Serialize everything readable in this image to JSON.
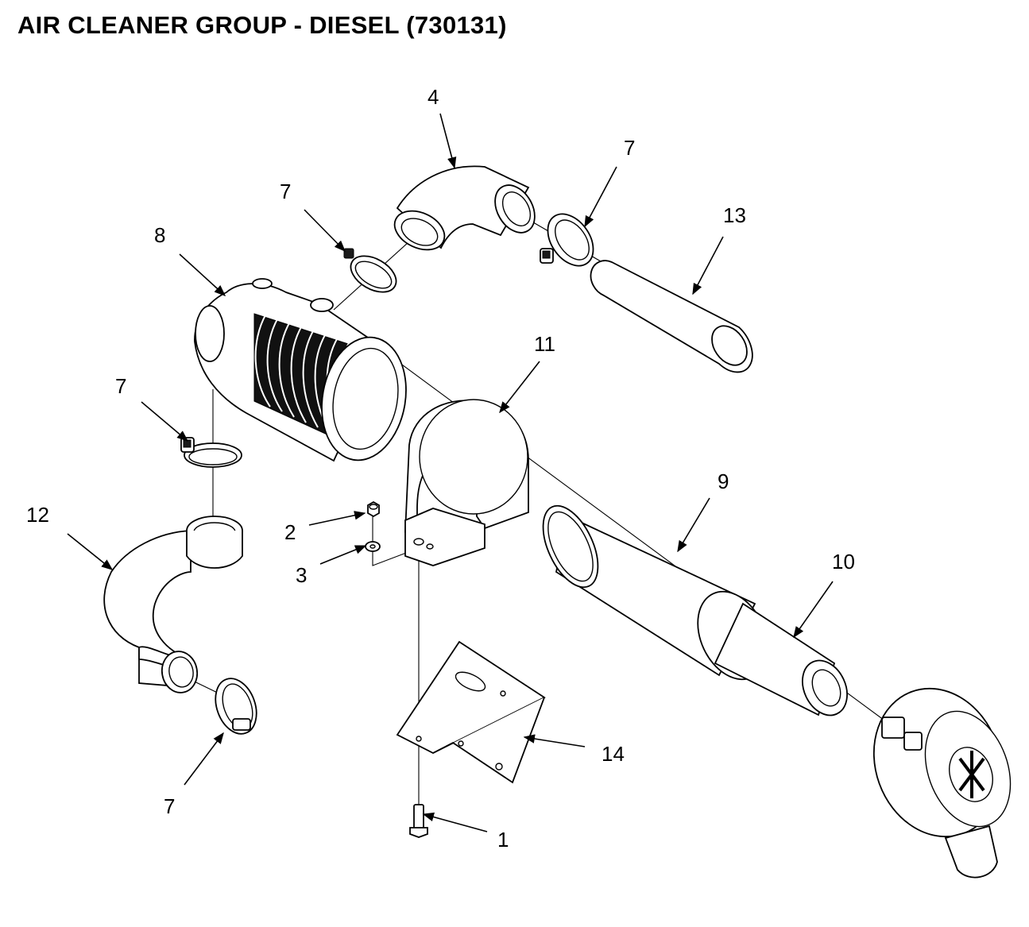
{
  "title": "AIR CLEANER GROUP - DIESEL (730131)",
  "callouts": {
    "c1": "1",
    "c2": "2",
    "c3": "3",
    "c4": "4",
    "c7a": "7",
    "c7b": "7",
    "c7c": "7",
    "c7d": "7",
    "c8": "8",
    "c9": "9",
    "c10": "10",
    "c11": "11",
    "c12": "12",
    "c13": "13",
    "c14": "14"
  }
}
